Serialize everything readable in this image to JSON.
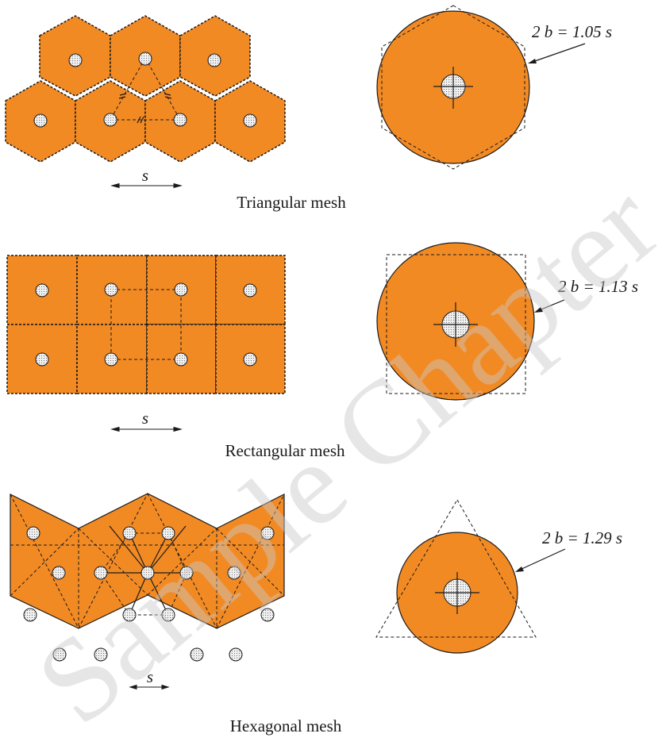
{
  "watermark": "Sample Chapter",
  "colors": {
    "fill": "#F28A24",
    "stroke": "#1a1a1a",
    "drain": "#e8e8e8",
    "watermark": "#c9c9c9"
  },
  "panels": [
    {
      "id": "triangular",
      "mesh": "Triangular mesh",
      "spacing_label": "s",
      "equivalence": "2 b = 1.05 s",
      "ratio": 1.05
    },
    {
      "id": "rectangular",
      "mesh": "Rectangular mesh",
      "spacing_label": "s",
      "equivalence": "2 b = 1.13 s",
      "ratio": 1.13
    },
    {
      "id": "hexagonal",
      "mesh": "Hexagonal mesh",
      "spacing_label": "s",
      "equivalence": "2 b = 1.29 s",
      "ratio": 1.29
    }
  ]
}
